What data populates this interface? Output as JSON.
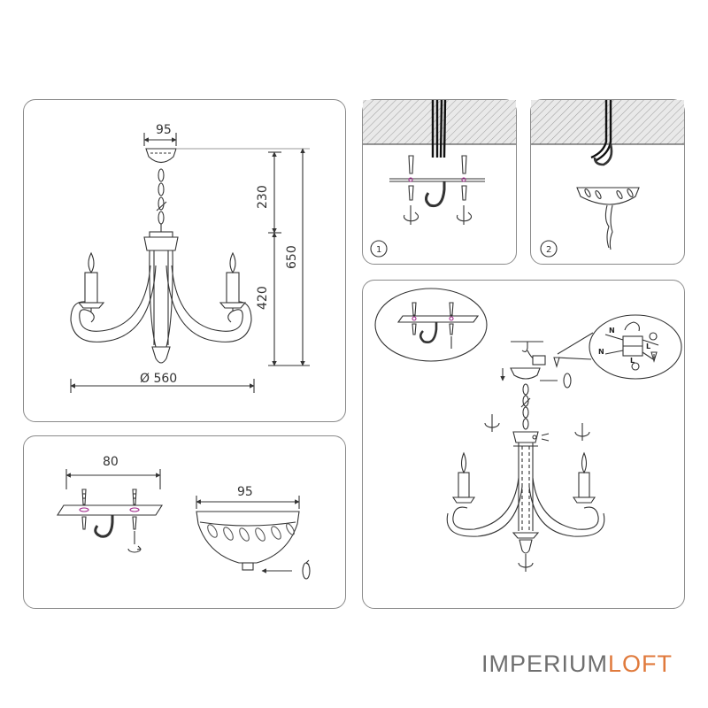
{
  "dimensions": {
    "canopy_width": "95",
    "chain_height": "230",
    "body_height": "420",
    "total_height": "650",
    "diameter": "Ø 560",
    "plate_width": "80",
    "canopy_width_detail": "95"
  },
  "steps": {
    "step1": "1",
    "step2": "2"
  },
  "wiring": {
    "n_label": "N",
    "l_label": "L"
  },
  "brand": {
    "part1": "IMPERIUM",
    "part2": "LOFT",
    "color1": "#6f6f6f",
    "color2": "#e07a3c"
  }
}
